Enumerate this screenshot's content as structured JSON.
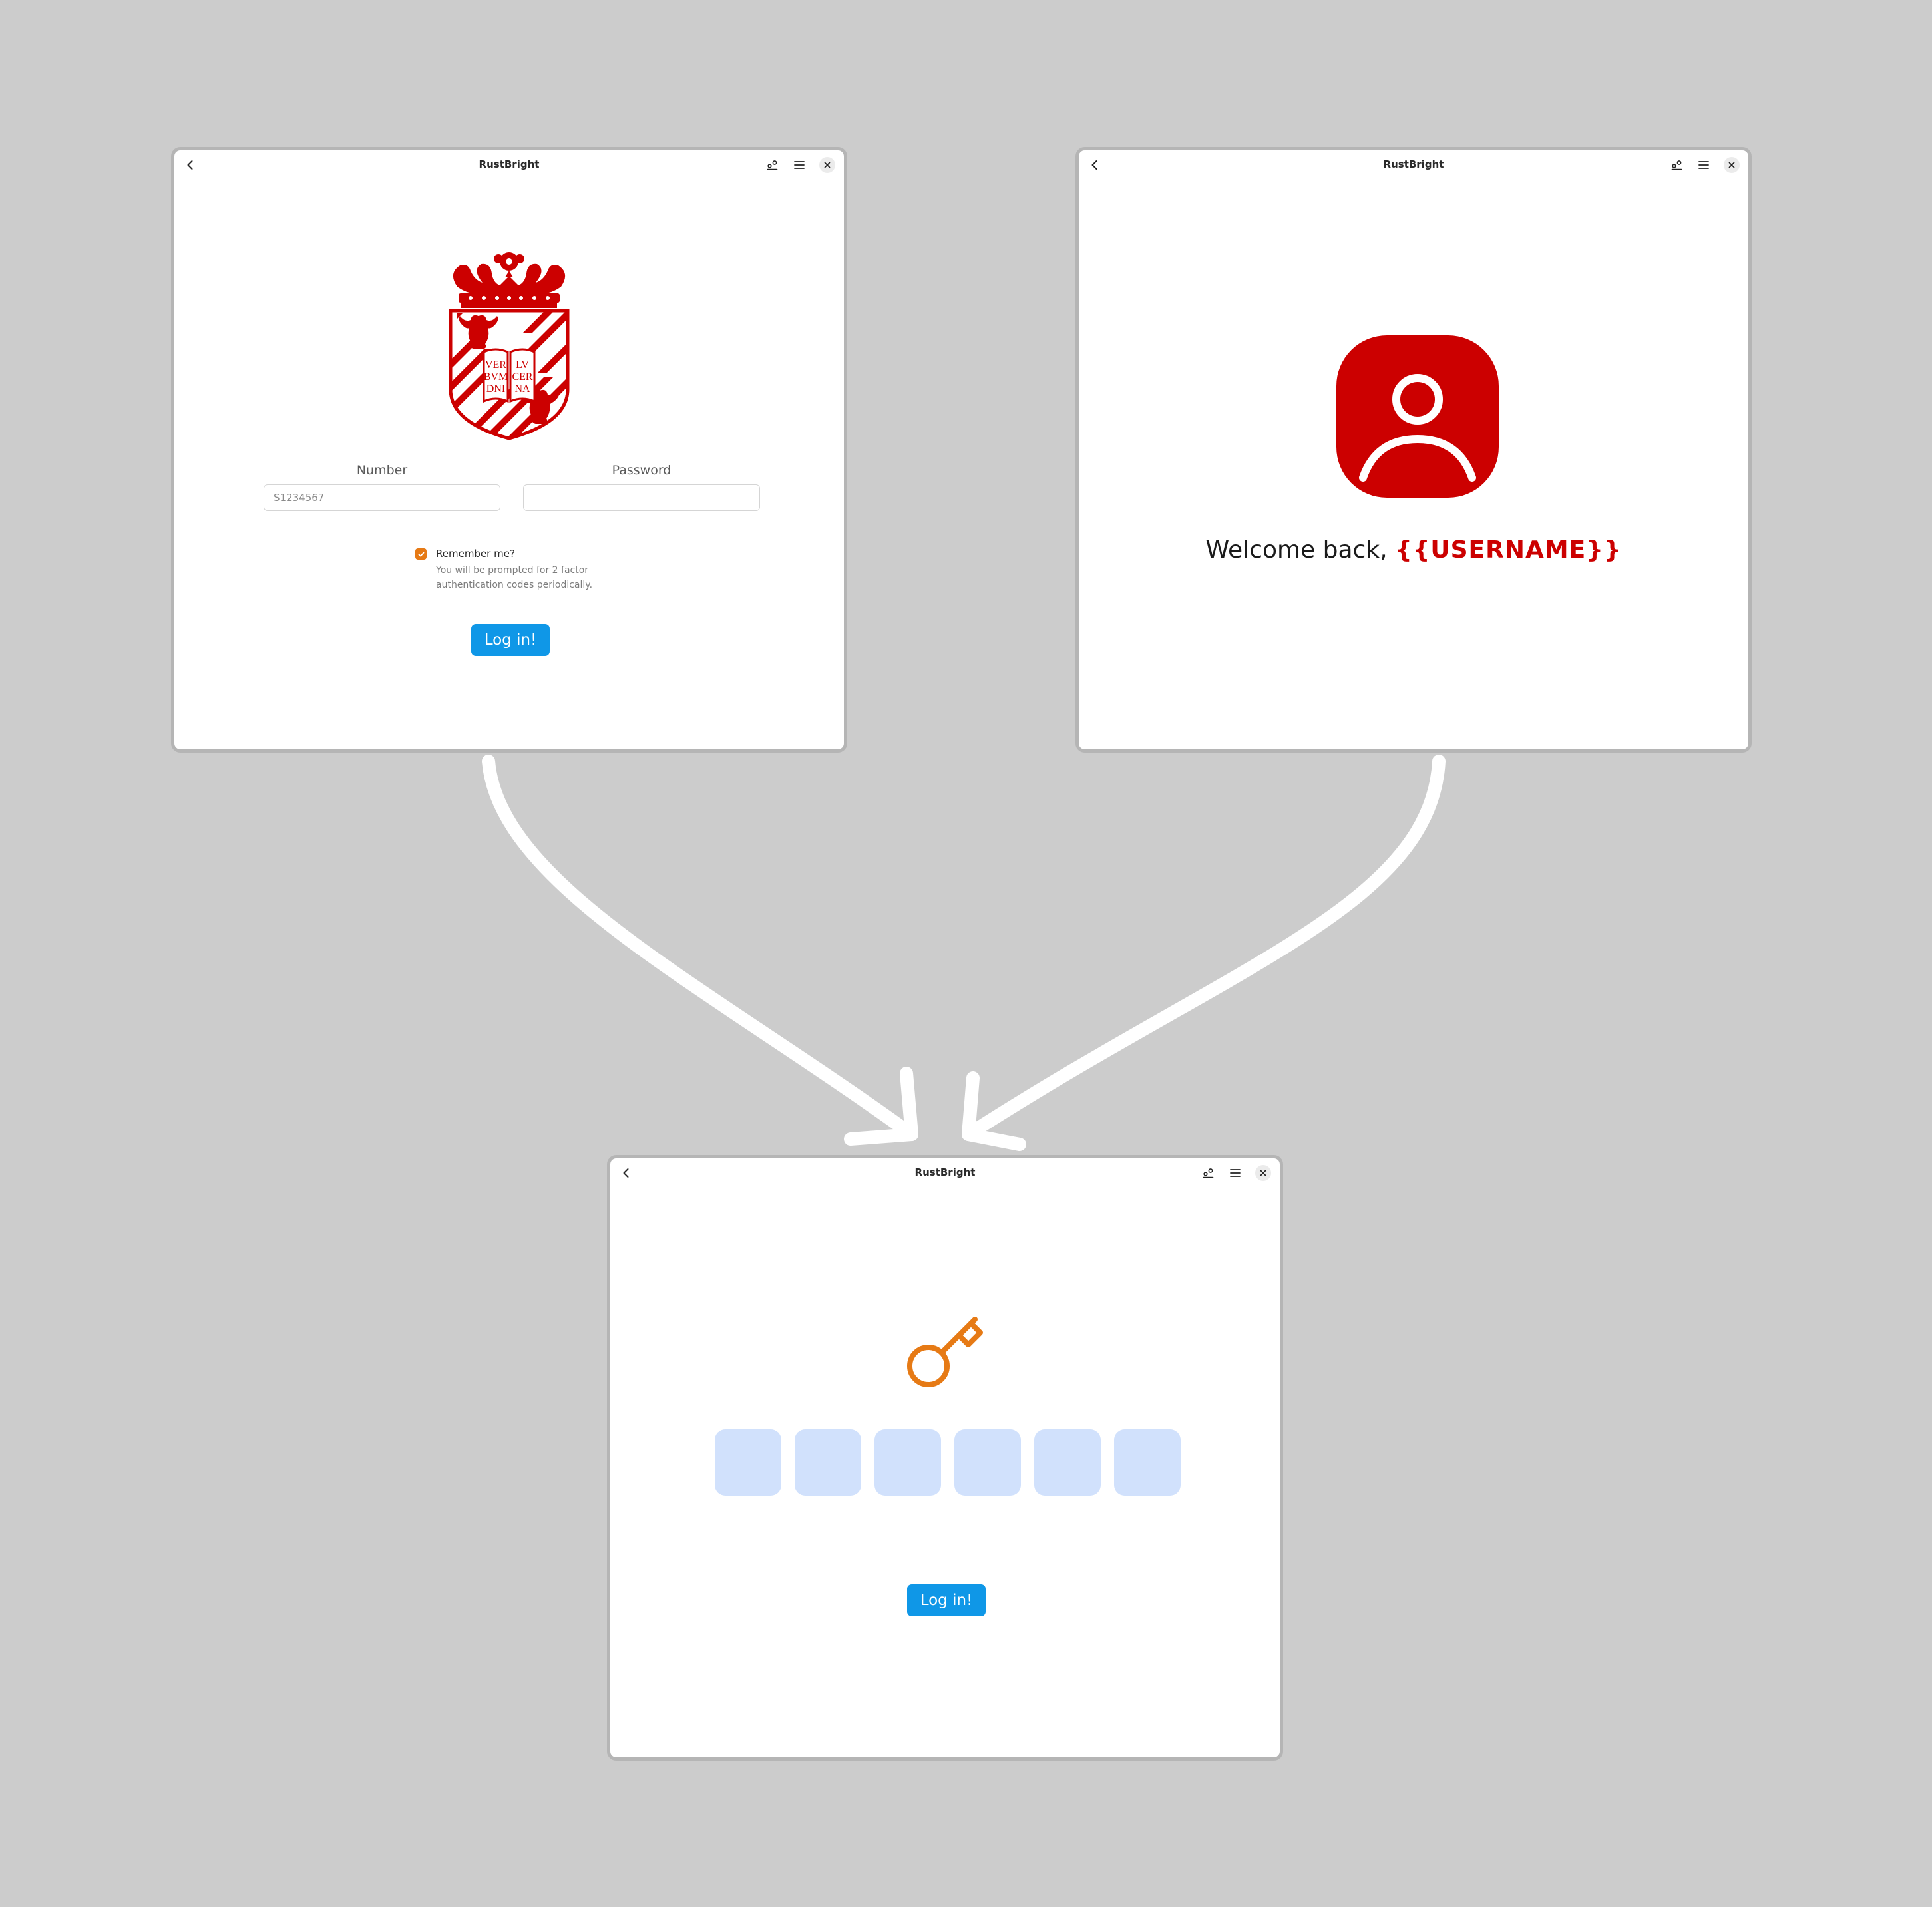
{
  "colors": {
    "background": "#cccccc",
    "brand_red": "#cc0000",
    "accent_blue": "#0f97e7",
    "accent_orange": "#e67a15",
    "code_box_fill": "#d1e1fc"
  },
  "login_window": {
    "title": "RustBright",
    "titlebar_icons": [
      "back-icon",
      "account-icon",
      "menu-icon",
      "close-icon"
    ],
    "logo_motto": [
      "VER",
      "BVM",
      "DNI",
      "LV",
      "CER",
      "NA"
    ],
    "number": {
      "label": "Number",
      "placeholder": "S1234567",
      "value": ""
    },
    "password": {
      "label": "Password",
      "value": ""
    },
    "remember": {
      "checked": true,
      "label": "Remember me?",
      "note_line1": "You will be prompted for 2 factor",
      "note_line2": "authentication codes periodically."
    },
    "login_button": "Log in!"
  },
  "welcome_window": {
    "title": "RustBright",
    "titlebar_icons": [
      "back-icon",
      "account-icon",
      "menu-icon",
      "close-icon"
    ],
    "greeting": "Welcome back, ",
    "username": "{{USERNAME}}"
  },
  "twofa_window": {
    "title": "RustBright",
    "titlebar_icons": [
      "back-icon",
      "account-icon",
      "menu-icon",
      "close-icon"
    ],
    "icon": "key-icon",
    "code_digits": [
      "",
      "",
      "",
      "",
      "",
      ""
    ],
    "login_button": "Log in!"
  }
}
